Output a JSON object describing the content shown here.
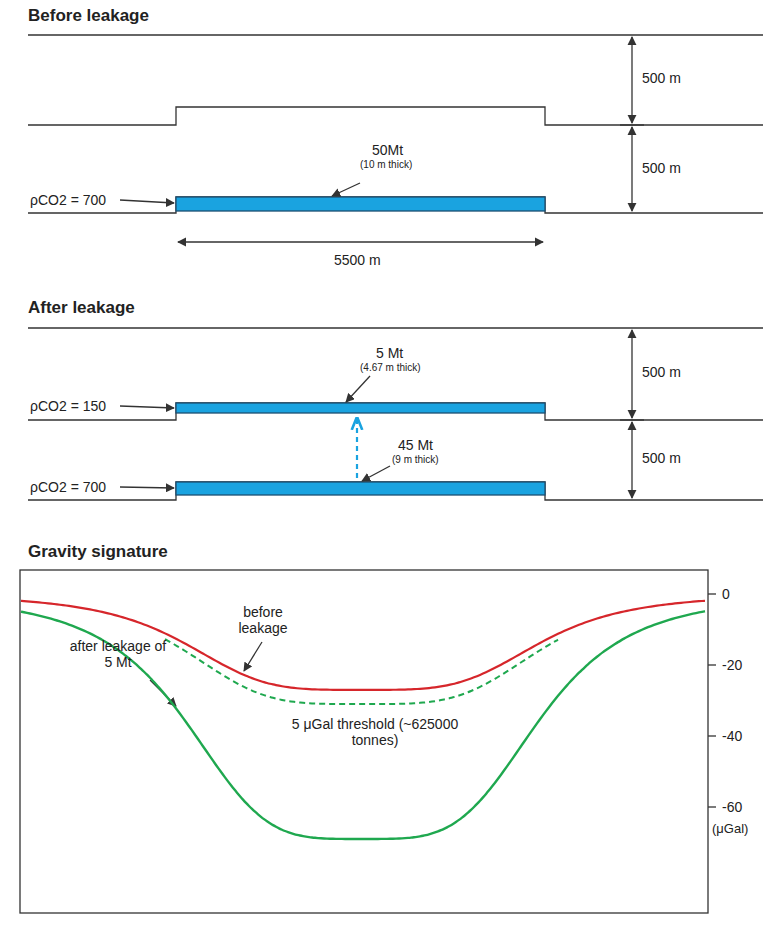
{
  "diagram": {
    "labels": [
      "Before leakage",
      "500 m",
      "500 m",
      "50Mt",
      "(10 m thick)",
      "ρCO2 = 700",
      "5500 m",
      "After leakage",
      "500 m",
      "500 m",
      "5 Mt",
      "(4.67 m thick)",
      "ρCO2 = 150",
      "45 Mt",
      "(9 m thick)",
      "ρCO2 = 700",
      "Gravity signature",
      "before leakage",
      "5 μGal threshold (~625000 tonnes)",
      "after leakage of 5 Mt",
      "0",
      "-20",
      "-40",
      "-60",
      "(μGal)"
    ]
  }
}
